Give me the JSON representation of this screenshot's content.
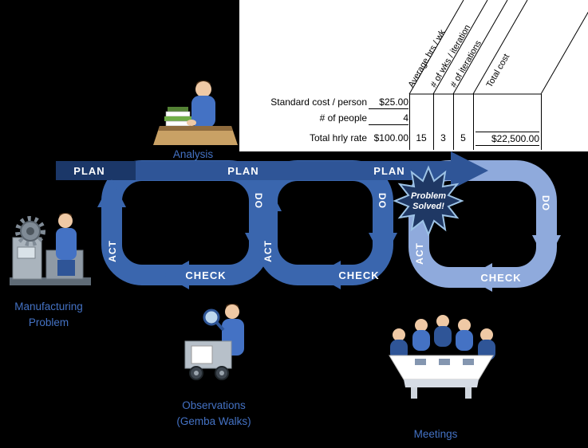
{
  "cost_table": {
    "rotated_headers": [
      "Average hrs / wk",
      "# of wks / iteration",
      "# of iterations",
      "Total cost"
    ],
    "rows": [
      {
        "label": "Standard cost / person",
        "value": "$25.00"
      },
      {
        "label": "# of people",
        "value": "4"
      },
      {
        "label": "Total hrly rate",
        "value": "$100.00",
        "avg_hrs_wk": "15",
        "wks_per_iteration": "3",
        "iterations": "5",
        "total_cost": "$22,500.00"
      }
    ]
  },
  "pdca": {
    "plan_labels": [
      "PLAN",
      "PLAN",
      "PLAN"
    ],
    "do_labels": [
      "DO",
      "DO",
      "DO"
    ],
    "check_labels": [
      "CHECK",
      "CHECK",
      "CHECK"
    ],
    "act_labels": [
      "ACT",
      "ACT",
      "ACT"
    ],
    "problem_solved_line1": "Problem",
    "problem_solved_line2": "Solved!",
    "colors": {
      "ring": "#3A66AE",
      "ring_light": "#8FAADC",
      "band_dark": "#1B3768",
      "band": "#2F5597",
      "star_fill": "#1F3864",
      "star_stroke": "#9DC3E6"
    }
  },
  "captions": {
    "color": "#4472C4",
    "analysis": "Analysis",
    "manufacturing": [
      "Manufacturing",
      "Problem"
    ],
    "observations": [
      "Observations",
      "(Gemba Walks)"
    ],
    "meetings": "Meetings"
  }
}
